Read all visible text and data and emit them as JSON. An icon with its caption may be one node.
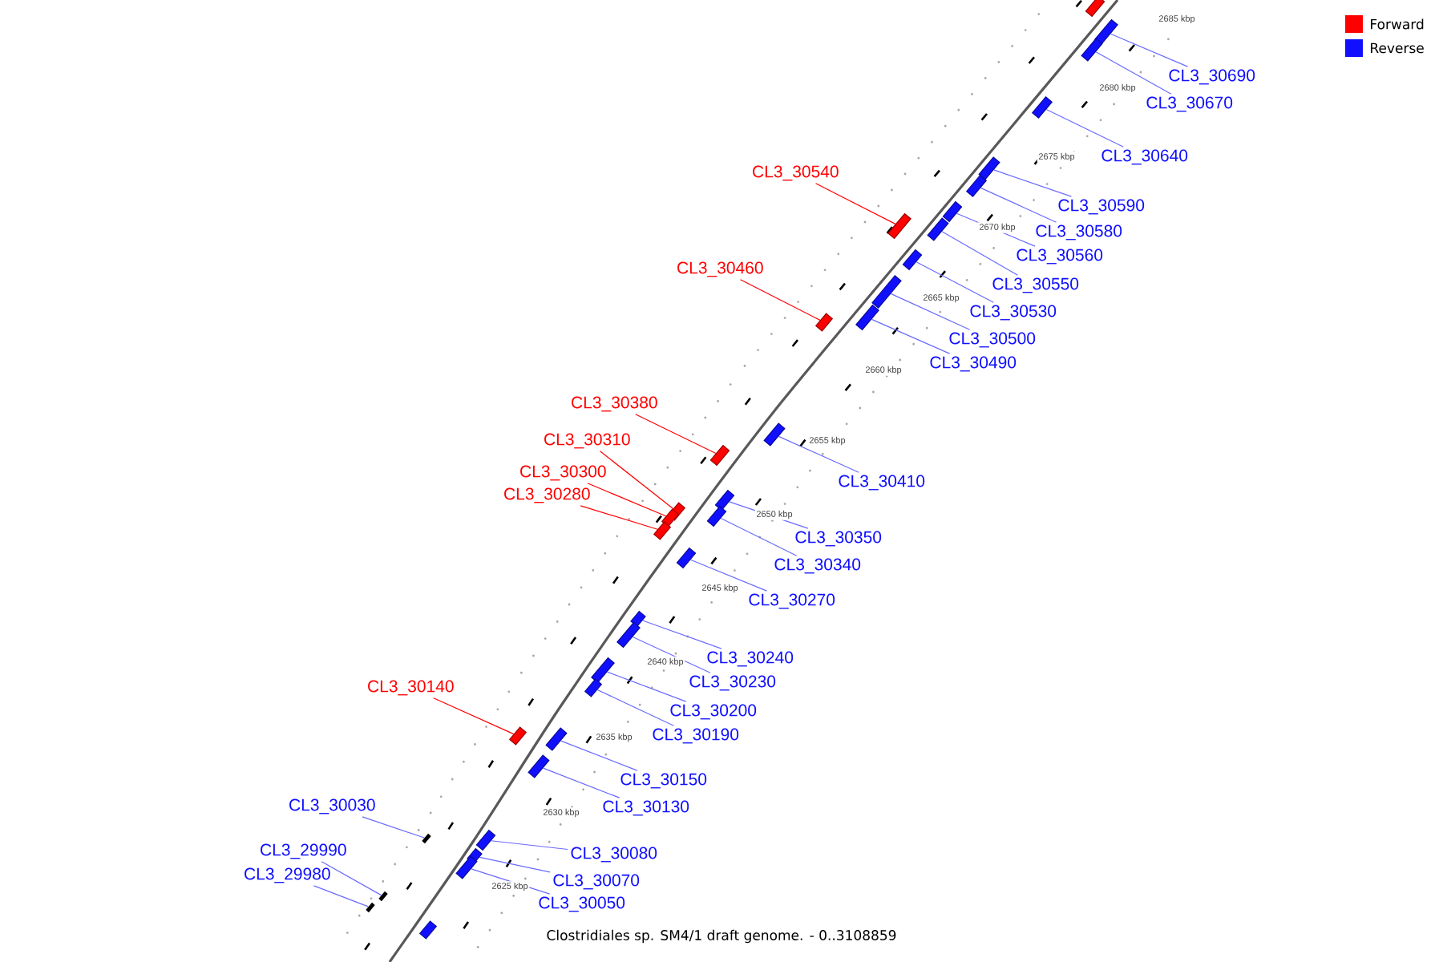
{
  "diagram": {
    "caption": "Clostridiales sp. SM4/1 draft genome. - 0..3108859",
    "nodes": [
      {
        "text": [
          "CL3_30690"
        ]
      },
      {
        "text": [
          "CL3_30670"
        ]
      },
      {
        "text": [
          "CL3_30640"
        ]
      },
      {
        "text": [
          "CL3_30540"
        ]
      },
      {
        "text": [
          "CL3_30590"
        ]
      },
      {
        "text": [
          "CL3_30580"
        ]
      },
      {
        "text": [
          "CL3_30560"
        ]
      },
      {
        "text": [
          "CL3_30460"
        ]
      },
      {
        "text": [
          "CL3_30550"
        ]
      },
      {
        "text": [
          "CL3_30530"
        ]
      },
      {
        "text": [
          "CL3_30500"
        ]
      },
      {
        "text": [
          "CL3_30490"
        ]
      },
      {
        "text": [
          "CL3_30380"
        ]
      },
      {
        "text": [
          "CL3_30310"
        ]
      },
      {
        "text": [
          "CL3_30410"
        ]
      },
      {
        "text": [
          "CL3_30300"
        ]
      },
      {
        "text": [
          "CL3_30280"
        ]
      },
      {
        "text": [
          "CL3_30350"
        ]
      },
      {
        "text": [
          "CL3_30340"
        ]
      },
      {
        "text": [
          "CL3_30270"
        ]
      },
      {
        "text": [
          "CL3_30240"
        ]
      },
      {
        "text": [
          "CL3_30230"
        ]
      },
      {
        "text": [
          "CL3_30140"
        ]
      },
      {
        "text": [
          "CL3_30200"
        ]
      },
      {
        "text": [
          "CL3_30190"
        ]
      },
      {
        "text": [
          "CL3_30150"
        ]
      },
      {
        "text": [
          "CL3_30030"
        ]
      },
      {
        "text": [
          "CL3_30130"
        ]
      },
      {
        "text": [
          "CL3_29990"
        ]
      },
      {
        "text": [
          "CL3_30080"
        ]
      },
      {
        "text": [
          "CL3_29980"
        ]
      },
      {
        "text": [
          "CL3_30070"
        ]
      },
      {
        "text": [
          "CL3_30050"
        ]
      },
      {
        "text": [],
        "shape": "box"
      },
      {
        "text": [],
        "shape": "box"
      },
      {
        "text": [],
        "shape": "box"
      },
      {
        "text": [],
        "shape": "box"
      },
      {
        "text": [],
        "shape": "box"
      },
      {
        "text": [],
        "shape": "box"
      },
      {
        "text": [],
        "shape": "box"
      },
      {
        "text": [],
        "shape": "box"
      },
      {
        "text": [],
        "shape": "box"
      },
      {
        "text": [],
        "shape": "box"
      },
      {
        "text": [],
        "shape": "box"
      },
      {
        "text": [],
        "shape": "box"
      },
      {
        "text": [],
        "shape": "box"
      },
      {
        "text": [],
        "shape": "box"
      },
      {
        "text": [],
        "shape": "box"
      },
      {
        "text": [],
        "shape": "box"
      },
      {
        "text": [],
        "shape": "box"
      },
      {
        "text": [],
        "shape": "box"
      },
      {
        "text": [],
        "shape": "box"
      },
      {
        "text": [],
        "shape": "box"
      },
      {
        "text": [],
        "shape": "box"
      },
      {
        "text": [],
        "shape": "box"
      },
      {
        "text": [],
        "shape": "box"
      },
      {
        "text": [],
        "shape": "box"
      },
      {
        "text": [],
        "shape": "box"
      },
      {
        "text": [],
        "shape": "box"
      },
      {
        "text": [],
        "shape": "box"
      },
      {
        "text": [],
        "shape": "box"
      },
      {
        "text": [],
        "shape": "box"
      },
      {
        "text": [],
        "shape": "box"
      },
      {
        "text": [],
        "shape": "box"
      },
      {
        "text": [],
        "shape": "box"
      },
      {
        "text": [],
        "shape": "box"
      },
      {
        "text": [],
        "shape": "box"
      },
      {
        "text": [],
        "shape": "box"
      }
    ],
    "edges": [
      {
        "from": 0,
        "to": 34,
        "arrow": "none"
      },
      {
        "from": 1,
        "to": 35,
        "arrow": "none"
      },
      {
        "from": 2,
        "to": 36,
        "arrow": "none"
      },
      {
        "from": 3,
        "to": 40,
        "arrow": "none",
        "color": "#ff0000"
      },
      {
        "from": 4,
        "to": 37,
        "arrow": "none"
      },
      {
        "from": 5,
        "to": 38,
        "arrow": "none"
      },
      {
        "from": 6,
        "to": 39,
        "arrow": "none"
      },
      {
        "from": 7,
        "to": 45,
        "arrow": "none",
        "color": "#ff0000"
      },
      {
        "from": 8,
        "to": 41,
        "arrow": "none"
      },
      {
        "from": 9,
        "to": 42,
        "arrow": "none"
      },
      {
        "from": 10,
        "to": 43,
        "arrow": "none"
      },
      {
        "from": 11,
        "to": 44,
        "arrow": "none"
      },
      {
        "from": 12,
        "to": 47,
        "arrow": "none",
        "color": "#ff0000"
      },
      {
        "from": 13,
        "to": 50,
        "arrow": "none",
        "color": "#ff0000"
      },
      {
        "from": 14,
        "to": 46,
        "arrow": "none"
      },
      {
        "from": 15,
        "to": 51,
        "arrow": "none",
        "color": "#ff0000"
      },
      {
        "from": 16,
        "to": 52,
        "arrow": "none",
        "color": "#ff0000"
      },
      {
        "from": 17,
        "to": 48,
        "arrow": "none"
      },
      {
        "from": 18,
        "to": 49,
        "arrow": "none"
      },
      {
        "from": 19,
        "to": 53,
        "arrow": "none"
      },
      {
        "from": 20,
        "to": 54,
        "arrow": "none"
      },
      {
        "from": 21,
        "to": 55,
        "arrow": "none"
      },
      {
        "from": 22,
        "to": 58,
        "arrow": "none",
        "color": "#ff0000"
      },
      {
        "from": 23,
        "to": 56,
        "arrow": "none"
      },
      {
        "from": 24,
        "to": 57,
        "arrow": "none"
      },
      {
        "from": 25,
        "to": 59,
        "arrow": "none"
      },
      {
        "from": 26,
        "to": 61,
        "arrow": "none"
      },
      {
        "from": 27,
        "to": 60,
        "arrow": "none"
      },
      {
        "from": 28,
        "to": 65,
        "arrow": "none"
      },
      {
        "from": 29,
        "to": 62,
        "arrow": "none"
      },
      {
        "from": 30,
        "to": 66,
        "arrow": "none"
      },
      {
        "from": 31,
        "to": 63,
        "arrow": "none"
      },
      {
        "from": 32,
        "to": 64,
        "arrow": "none"
      }
    ],
    "labels": [
      "2685 kbp",
      "2680 kbp",
      "2675 kbp",
      "2670 kbp",
      "2665 kbp",
      "2660 kbp",
      "2655 kbp",
      "2650 kbp",
      "2645 kbp",
      "2640 kbp",
      "2635 kbp",
      "2630 kbp",
      "2625 kbp"
    ],
    "legend": [
      {
        "text": "Forward",
        "color": "#ff0000"
      },
      {
        "text": "Reverse",
        "color": "#1010ff"
      }
    ]
  }
}
